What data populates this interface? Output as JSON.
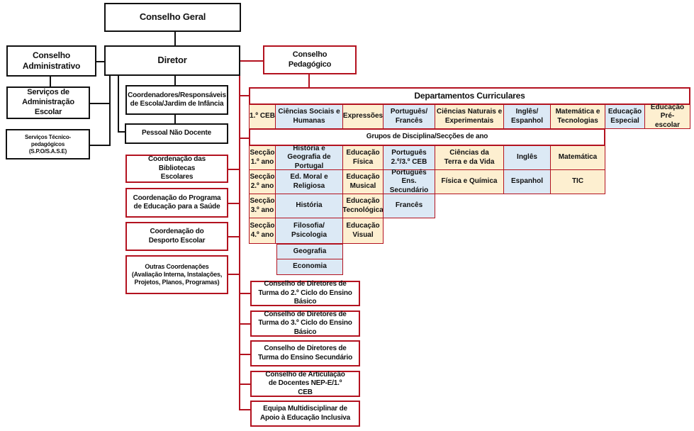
{
  "top_nodes": {
    "conselho_geral": "Conselho Geral",
    "diretor": "Diretor",
    "conselho_administrativo": "Conselho Administrativo",
    "servicos_administracao": "Serviços de Administração Escolar",
    "servicos_tecnico": "Serviços Técnico-pedagógicos (S.P.O/S.A.S.E)",
    "coordenadores": "Coordenadores/Responsáveis de Escola/Jardim de Infância",
    "pessoal_nao_docente": "Pessoal Não Docente",
    "conselho_pedagogico": "Conselho Pedagógico"
  },
  "coordinations": [
    "Coordenação das Bibliotecas Escolares",
    "Coordenação do Programa de Educação para a Saúde",
    "Coordenação do Desporto Escolar",
    "Outras Coordenações (Avaliação Interna, Instalações, Projetos, Planos, Programas)"
  ],
  "departments": {
    "title": "Departamentos Curriculares",
    "items": [
      "1.º CEB",
      "Ciências Sociais e Humanas",
      "Expressões",
      "Português/ Francês",
      "Ciências Naturais e Experimentais",
      "Inglês/ Espanhol",
      "Matemática e Tecnologias",
      "Educação Especial",
      "Educação Pré-escolar"
    ]
  },
  "groups": {
    "title": "Grupos de Disciplina/Secções de ano",
    "columns": [
      [
        "Secção 1.º ano",
        "Secção 2.º ano",
        "Secção 3.º ano",
        "Secção 4.º ano"
      ],
      [
        "História e Geografia de Portugal",
        "Ed. Moral e Religiosa",
        "História",
        "Filosofia/ Psicologia",
        "Geografia",
        "Economia"
      ],
      [
        "Educação Física",
        "Educação Musical",
        "Educação Tecnológica",
        "Educação Visual"
      ],
      [
        "Português 2.º/3.º CEB",
        "Português Ens. Secundário",
        "Francês"
      ],
      [
        "Ciências da Terra e da Vida",
        "Física e Química"
      ],
      [
        "Inglês",
        "Espanhol"
      ],
      [
        "Matemática",
        "TIC"
      ]
    ]
  },
  "councils": [
    "Conselho de Diretores de Turma do 2.º Ciclo do Ensino Básico",
    "Conselho de Diretores de Turma do 3.º Ciclo do Ensino Básico",
    "Conselho de Diretores de Turma do Ensino Secundário",
    "Conselho de Articulação de Docentes NEP-E/1.º CEB",
    "Equipa Multidisciplinar de Apoio à Educação Inclusiva"
  ],
  "colors": {
    "line_black": "#111111",
    "line_red": "#b3121f",
    "cell_yellow": "#fdefd0",
    "cell_blue": "#dce9f5"
  }
}
